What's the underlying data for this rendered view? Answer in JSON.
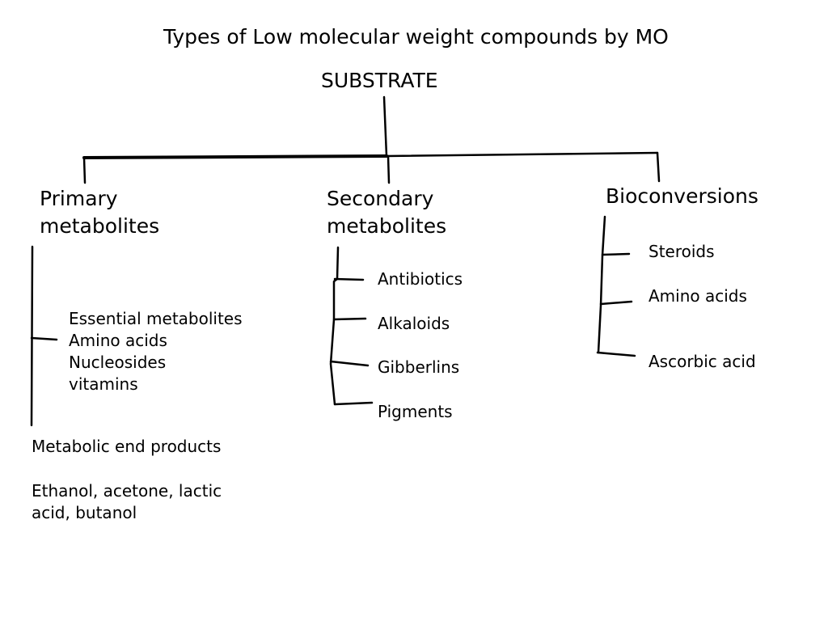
{
  "title": "Types of Low molecular weight compounds by MO",
  "root": "SUBSTRATE",
  "branches": {
    "primary": {
      "heading": "Primary\n metabolites",
      "items": "Essential metabolites\nAmino acids\nNucleosides\nvitamins",
      "end_products_label": "Metabolic end products",
      "end_products": "Ethanol, acetone, lactic\nacid, butanol"
    },
    "secondary": {
      "heading": "Secondary\n metabolites",
      "items": [
        "Antibiotics",
        "Alkaloids",
        "Gibberlins",
        "Pigments"
      ]
    },
    "bioconversions": {
      "heading": "Bioconversions",
      "items": [
        "Steroids",
        "Amino acids",
        "Ascorbic acid"
      ]
    }
  }
}
